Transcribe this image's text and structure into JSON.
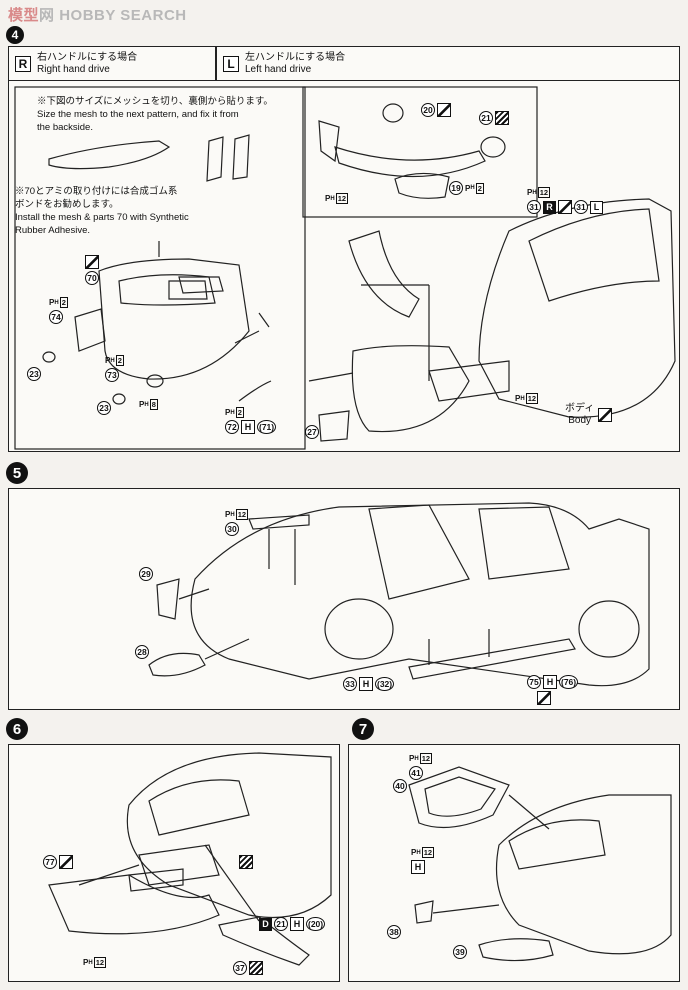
{
  "watermark": {
    "part1": "模型",
    "part2": "网",
    "part3": "HOBBY SEARCH"
  },
  "drive": {
    "right": {
      "letter": "R",
      "jp": "右ハンドルにする場合",
      "en": "Right hand drive"
    },
    "left": {
      "letter": "L",
      "jp": "左ハンドルにする場合",
      "en": "Left hand drive"
    }
  },
  "step4": {
    "note1": {
      "jp": "※下図のサイズにメッシュを切り、裏側から貼ります。",
      "en1": "Size the mesh to the next pattern, and fix it from",
      "en2": "the backside."
    },
    "note2": {
      "jp1": "※70とアミの取り付けには合成ゴム系",
      "jp2": "ボンドをお勧めします。",
      "en1": "Install the mesh & parts 70 with Synthetic",
      "en2": "Rubber Adhesive."
    },
    "callouts": {
      "p70": "70",
      "p74": "74",
      "p23a": "23",
      "p73": "73",
      "p23b": "23",
      "p72": "72",
      "p71": "(71)",
      "p20": "20",
      "p21": "21",
      "p19": "19",
      "p31a": "31",
      "p31b": "31",
      "p27": "27",
      "ph": "P",
      "ph_h": "H",
      "ph2": "2",
      "ph8": "8",
      "ph12": "12",
      "r": "R",
      "l": "L",
      "h": "H"
    },
    "body_jp": "ボディ",
    "body_en": "Body"
  },
  "step5": {
    "badge": "5",
    "callouts": {
      "p30": "30",
      "p29": "29",
      "p28": "28",
      "p33": "33",
      "p32": "(32)",
      "p75": "75",
      "p76": "(76)"
    }
  },
  "step6": {
    "badge": "6",
    "callouts": {
      "p77": "77",
      "p37": "37",
      "d": "D",
      "p21": "21",
      "p20": "(20)"
    }
  },
  "step7": {
    "badge": "7",
    "callouts": {
      "p40": "40",
      "p41": "41",
      "p38": "38",
      "p39": "39"
    }
  }
}
